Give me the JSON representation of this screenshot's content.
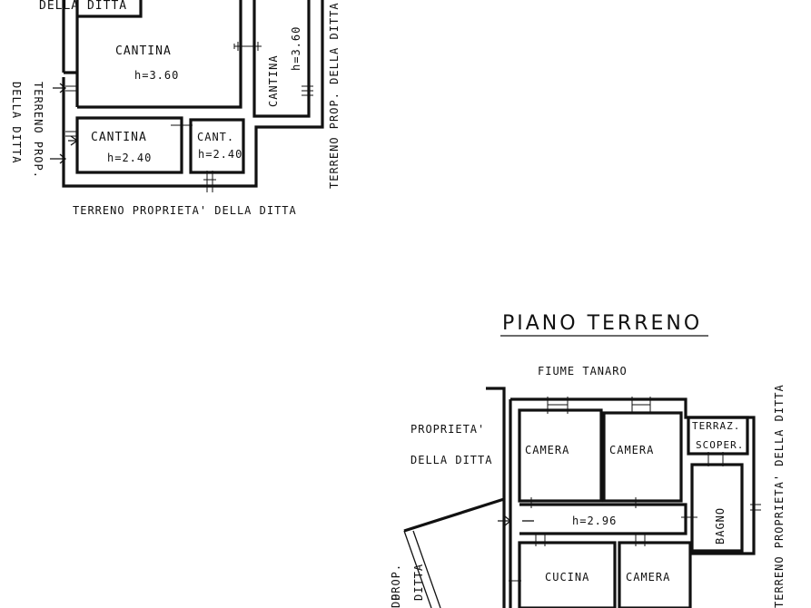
{
  "basement": {
    "label_top_left": "DELLA DITTA",
    "room_cantina_main": "CANTINA",
    "room_cantina_main_h": "h=3.60",
    "room_cantina_vertical": "CANTINA",
    "room_cantina_vertical_h": "h=3.60",
    "room_cantina_small": "CANTINA",
    "room_cantina_small_h": "h=2.40",
    "room_cant": "CANT.",
    "room_cant_h": "h=2.40",
    "left_label_1": "TERRENO PROP.",
    "left_label_2": "DELLA DITTA",
    "right_label": "TERRENO PROP. DELLA DITTA",
    "bottom_label": "TERRENO PROPRIETA' DELLA DITTA"
  },
  "ground_floor": {
    "title": "PIANO TERRENO",
    "river_label": "FIUME TANARO",
    "left_label_1": "PROPRIETA'",
    "left_label_2": "DELLA DITTA",
    "room_camera_1": "CAMERA",
    "room_camera_2": "CAMERA",
    "room_terrace_1": "TERRAZ.",
    "room_terrace_2": "SCOPER.",
    "corridor_h": "h=2.96",
    "room_bagno": "BAGNO",
    "room_cucina": "CUCINA",
    "room_camera_3": "CAMERA",
    "right_label": "TERRENO PROPRIETA' DELLA DITTA",
    "bottom_left_label_1": "PROP.",
    "bottom_left_label_2": "DITTA",
    "bottom_left_label_3": "DO"
  }
}
